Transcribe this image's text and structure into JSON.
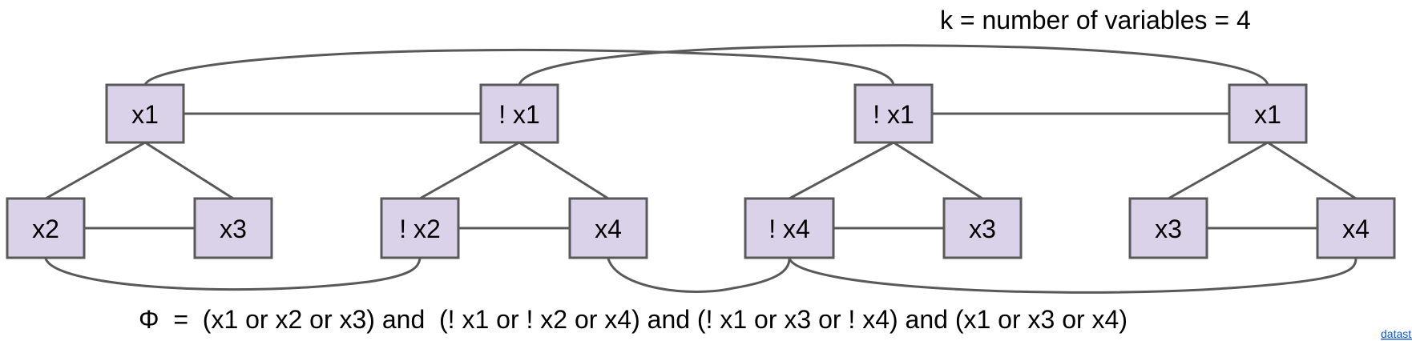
{
  "header": {
    "caption": "k = number of variables = 4"
  },
  "formula": {
    "text": "Φ  =  (x1 or x2 or x3) and  (! x1 or ! x2 or x4) and (! x1 or x3 or ! x4) and (x1 or x3 or x4)"
  },
  "watermark": {
    "text": "datastructu"
  },
  "colors": {
    "node_fill": "#d9d2e9",
    "node_stroke": "#595959",
    "edge": "#595959",
    "link": "#1155cc"
  },
  "nodes": [
    {
      "id": "c1-top",
      "label": "x1"
    },
    {
      "id": "c1-left",
      "label": "x2"
    },
    {
      "id": "c1-right",
      "label": "x3"
    },
    {
      "id": "c2-top",
      "label": "! x1"
    },
    {
      "id": "c2-left",
      "label": "! x2"
    },
    {
      "id": "c2-right",
      "label": "x4"
    },
    {
      "id": "c3-top",
      "label": "! x1"
    },
    {
      "id": "c3-left",
      "label": "! x4"
    },
    {
      "id": "c3-right",
      "label": "x3"
    },
    {
      "id": "c4-top",
      "label": "x1"
    },
    {
      "id": "c4-left",
      "label": "x3"
    },
    {
      "id": "c4-right",
      "label": "x4"
    }
  ]
}
